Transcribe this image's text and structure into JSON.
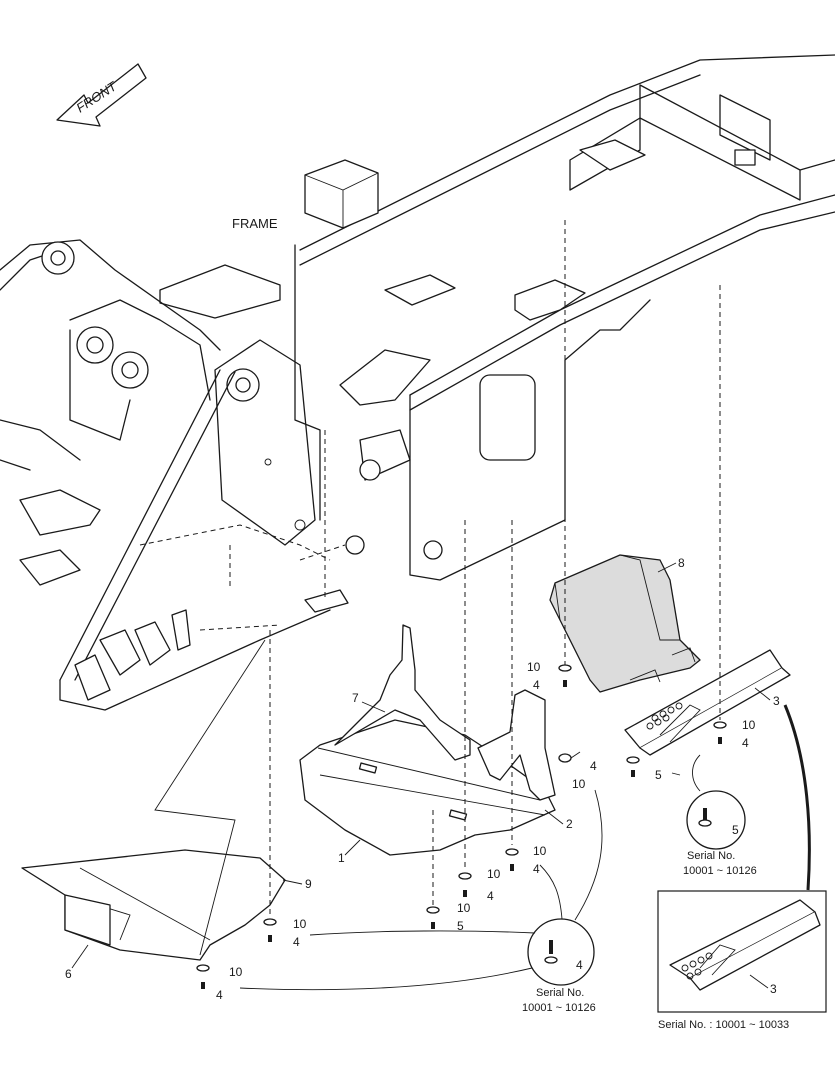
{
  "labels": {
    "front": "FRONT",
    "frame": "FRAME"
  },
  "callouts": {
    "p1": "1",
    "p2": "2",
    "p3a": "3",
    "p3b": "3",
    "p4a": "4",
    "p4b": "4",
    "p4c": "4",
    "p4d": "4",
    "p4e": "4",
    "p4f": "4",
    "p4g": "4",
    "p5a": "5",
    "p5b": "5",
    "p5c": "5",
    "p6": "6",
    "p7": "7",
    "p8": "8",
    "p9": "9",
    "p10a": "10",
    "p10b": "10",
    "p10c": "10",
    "p10d": "10",
    "p10e": "10",
    "p10f": "10",
    "p10g": "10",
    "p10h": "10"
  },
  "notes": {
    "serial_right_line1": "Serial No.",
    "serial_right_line2": "10001 ~ 10126",
    "serial_bottom_line1": "Serial No.",
    "serial_bottom_line2": "10001 ~ 10126",
    "serial_box": "Serial No. : 10001 ~ 10033"
  }
}
